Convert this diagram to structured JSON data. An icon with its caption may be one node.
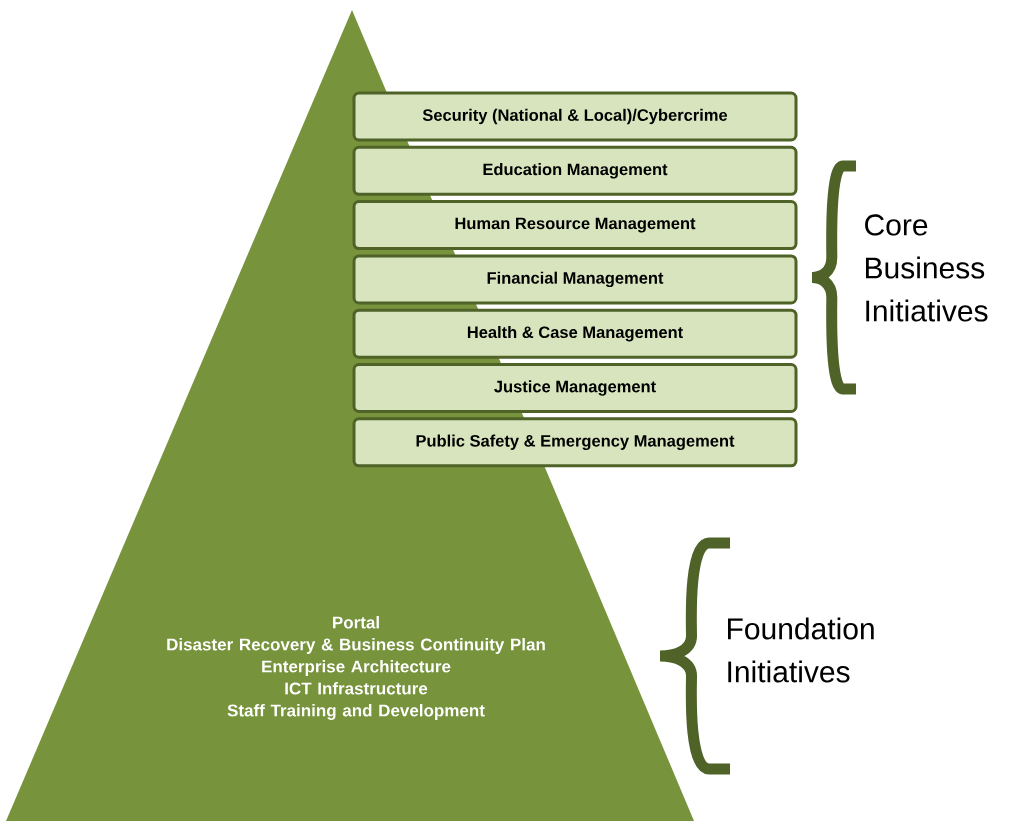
{
  "diagram": {
    "nodes": [
      {
        "text": [
          "Portal",
          "Disaster Recovery & Business Continuity Plan",
          "Enterprise Architecture",
          "ICT Infrastructure",
          "Staff Training and Development"
        ]
      },
      {
        "text": [
          "Security (National & Local)/Cybercrime"
        ]
      },
      {
        "text": [
          "Education Management"
        ]
      },
      {
        "text": [
          "Human Resource Management"
        ]
      },
      {
        "text": [
          "Financial Management"
        ]
      },
      {
        "text": [
          "Health & Case Management"
        ]
      },
      {
        "text": [
          "Justice Management"
        ]
      },
      {
        "text": [
          "Public Safety & Emergency Management"
        ]
      }
    ],
    "labels": [
      "Core Business Initiatives",
      "Foundation Initiatives"
    ]
  }
}
